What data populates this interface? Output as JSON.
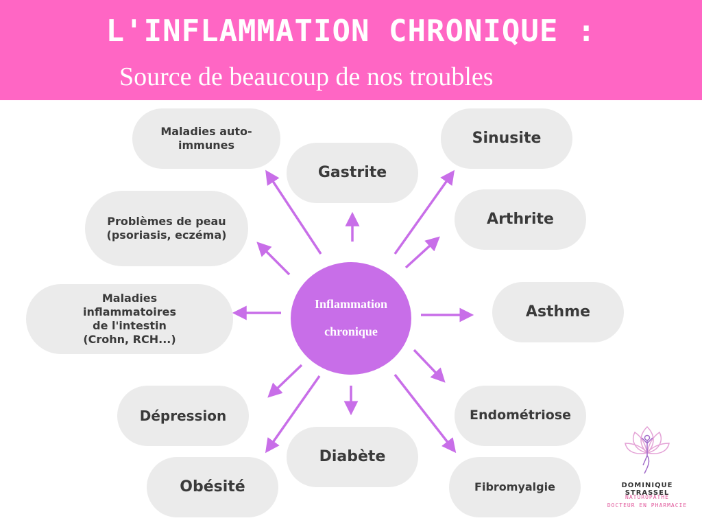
{
  "header": {
    "title": "L'INFLAMMATION CHRONIQUE :",
    "subtitle": "Source de beaucoup de nos troubles"
  },
  "center": {
    "line1": "Inflammation",
    "line2": "chronique"
  },
  "conditions": {
    "autoimmune": "Maladies auto-immunes",
    "gastrite": "Gastrite",
    "sinusite": "Sinusite",
    "arthrite": "Arthrite",
    "peau": "Problèmes de peau (psoriasis, eczéma)",
    "intestin": "Maladies inflammatoires de l'intestin (Crohn, RCH...)",
    "asthme": "Asthme",
    "depression": "Dépression",
    "endometriose": "Endométriose",
    "diabete": "Diabète",
    "obesite": "Obésité",
    "fibromyalgie": "Fibromyalgie"
  },
  "logo": {
    "name": "DOMINIQUE STRASSEL",
    "line1": "NATUROPATHE",
    "line2": "DOCTEUR EN PHARMACIE"
  },
  "colors": {
    "header": "#ff66c4",
    "center": "#c86ee8",
    "arrow": "#c86ee8",
    "bubble": "#ebebeb"
  }
}
